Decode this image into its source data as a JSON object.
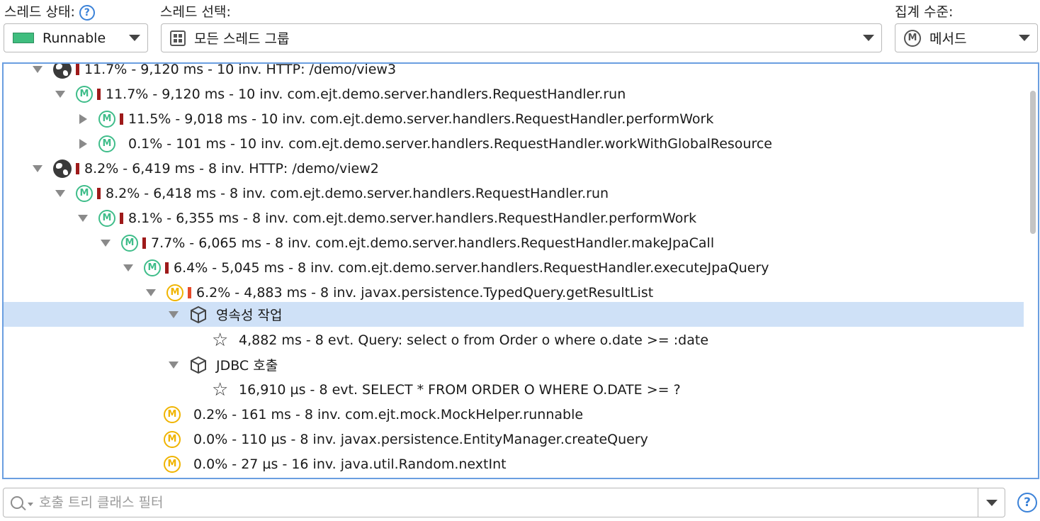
{
  "toolbar": {
    "thread_state_label": "스레드 상태:",
    "thread_select_label": "스레드 선택:",
    "aggregation_label": "집계 수준:",
    "help_glyph": "?",
    "thread_state_value": "Runnable",
    "thread_state_color": "#3fbd7e",
    "thread_select_value": "모든 스레드 그룹",
    "aggregation_value": "메서드",
    "aggregation_icon_glyph": "M"
  },
  "tree": {
    "method_glyph": "M",
    "star_glyph": "☆",
    "rows": [
      {
        "text": "11.7% - 9,120 ms - 10 inv. HTTP: /demo/view3"
      },
      {
        "text": "11.7% - 9,120 ms - 10 inv. com.ejt.demo.server.handlers.RequestHandler.run"
      },
      {
        "text": "11.5% - 9,018 ms - 10 inv. com.ejt.demo.server.handlers.RequestHandler.performWork"
      },
      {
        "text": "0.1% - 101 ms - 10 inv. com.ejt.demo.server.handlers.RequestHandler.workWithGlobalResource"
      },
      {
        "text": "8.2% - 6,419 ms - 8 inv. HTTP: /demo/view2"
      },
      {
        "text": "8.2% - 6,418 ms - 8 inv. com.ejt.demo.server.handlers.RequestHandler.run"
      },
      {
        "text": "8.1% - 6,355 ms - 8 inv. com.ejt.demo.server.handlers.RequestHandler.performWork"
      },
      {
        "text": "7.7% - 6,065 ms - 8 inv. com.ejt.demo.server.handlers.RequestHandler.makeJpaCall"
      },
      {
        "text": "6.4% - 5,045 ms - 8 inv. com.ejt.demo.server.handlers.RequestHandler.executeJpaQuery"
      },
      {
        "text": "6.2% - 4,883 ms - 8 inv. javax.persistence.TypedQuery.getResultList"
      },
      {
        "text": "영속성 작업"
      },
      {
        "text": "4,882 ms - 8 evt. Query: select o from Order o where o.date >= :date"
      },
      {
        "text": "JDBC 호출"
      },
      {
        "text": "16,910 µs - 8 evt. SELECT * FROM ORDER O WHERE O.DATE >= ?"
      },
      {
        "text": "0.2% - 161 ms - 8 inv. com.ejt.mock.MockHelper.runnable"
      },
      {
        "text": "0.0% - 110 µs - 8 inv. javax.persistence.EntityManager.createQuery"
      },
      {
        "text": "0.0% - 27 µs - 16 inv. java.util.Random.nextInt"
      }
    ]
  },
  "filter": {
    "placeholder": "호출 트리 클래스 필터",
    "help_glyph": "?"
  }
}
